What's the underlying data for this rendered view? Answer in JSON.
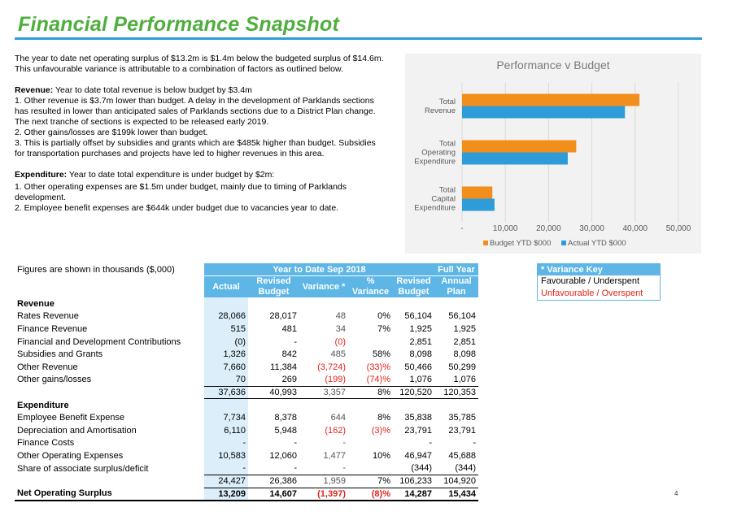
{
  "page": {
    "title": "Financial Performance Snapshot",
    "page_number": "4"
  },
  "narrative": {
    "intro_1": "The year to date net operating surplus of $13.2m is $1.4m below the budgeted surplus of $14.6m.",
    "intro_2": "This unfavourable variance is attributable to a combination of factors as outlined below.",
    "revenue_heading": "Revenue:",
    "revenue_summary": " Year to date total revenue is below budget by $3.4m",
    "revenue_points": [
      "1. Other revenue is $3.7m lower than budget. A delay in the development of Parklands sections",
      "has resulted in lower than anticipated sales of Parklands sections due to a District Plan change.",
      "The next tranche of sections is expected to be released early 2019.",
      "2. Other gains/losses are $199k lower than budget.",
      "3. This is partially offset by subsidies and grants which are $485k higher than budget. Subsidies",
      "for transportation purchases and projects have led to higher revenues in this area."
    ],
    "expenditure_heading": "Expenditure:",
    "expenditure_summary": " Year to date total expenditure is under budget by $2m:",
    "expenditure_points": [
      "1. Other operating expenses are $1.5m under budget, mainly due to timing of Parklands",
      "development.",
      "2. Employee benefit expenses are $644k under budget due to vacancies year to date."
    ]
  },
  "chart_data": {
    "type": "bar",
    "orientation": "horizontal",
    "title": "Performance v Budget",
    "categories": [
      "Total Revenue",
      "Total Operating Expenditure",
      "Total Capital Expenditure"
    ],
    "category_lines": [
      [
        "Total",
        "Revenue"
      ],
      [
        "Total",
        "Operating",
        "Expenditure"
      ],
      [
        "Total",
        "Capital",
        "Expenditure"
      ]
    ],
    "series": [
      {
        "name": "Budget YTD $000",
        "values": [
          40993,
          26386,
          7000
        ],
        "color": "#f28e1c"
      },
      {
        "name": "Actual YTD $000",
        "values": [
          37636,
          24427,
          7500
        ],
        "color": "#2e9cd8"
      }
    ],
    "xlim": [
      0,
      50000
    ],
    "x_ticks": [
      0,
      10000,
      20000,
      30000,
      40000,
      50000
    ],
    "x_tick_labels": [
      "-",
      "10,000",
      "20,000",
      "30,000",
      "40,000",
      "50,000"
    ],
    "grid": true,
    "legend_position": "bottom"
  },
  "table": {
    "caption": "Figures are shown in thousands ($,000)",
    "group_ytd": "Year to Date Sep 2018",
    "group_full": "Full Year",
    "col_actual": "Actual",
    "col_revised_budget_1": "Revised",
    "col_revised_budget_2": "Budget",
    "col_variance": "Variance *",
    "col_pct_1": "%",
    "col_pct_2": "Variance",
    "col_fy_revised_1": "Revised",
    "col_fy_revised_2": "Budget",
    "col_fy_annual_1": "Annual",
    "col_fy_annual_2": "Plan",
    "revenue_heading": "Revenue",
    "revenue_rows": [
      {
        "label": "Rates Revenue",
        "actual": "28,066",
        "budget": "28,017",
        "variance": "48",
        "pct": "0%",
        "fy_budget": "56,104",
        "fy_plan": "56,104",
        "neg": false
      },
      {
        "label": "Finance Revenue",
        "actual": "515",
        "budget": "481",
        "variance": "34",
        "pct": "7%",
        "fy_budget": "1,925",
        "fy_plan": "1,925",
        "neg": false
      },
      {
        "label": "Financial and Development Contributions",
        "actual": "(0)",
        "budget": "-",
        "variance": "(0)",
        "pct": "",
        "fy_budget": "2,851",
        "fy_plan": "2,851",
        "neg": true
      },
      {
        "label": "Subsidies and Grants",
        "actual": "1,326",
        "budget": "842",
        "variance": "485",
        "pct": "58%",
        "fy_budget": "8,098",
        "fy_plan": "8,098",
        "neg": false
      },
      {
        "label": "Other Revenue",
        "actual": "7,660",
        "budget": "11,384",
        "variance": "(3,724)",
        "pct": "(33)%",
        "fy_budget": "50,466",
        "fy_plan": "50,299",
        "neg": true
      },
      {
        "label": "Other gains/losses",
        "actual": "70",
        "budget": "269",
        "variance": "(199)",
        "pct": "(74)%",
        "fy_budget": "1,076",
        "fy_plan": "1,076",
        "neg": true
      }
    ],
    "revenue_total": {
      "actual": "37,636",
      "budget": "40,993",
      "variance": "3,357",
      "pct": "8%",
      "fy_budget": "120,520",
      "fy_plan": "120,353"
    },
    "expenditure_heading": "Expenditure",
    "expenditure_rows": [
      {
        "label": "Employee Benefit Expense",
        "actual": "7,734",
        "budget": "8,378",
        "variance": "644",
        "pct": "8%",
        "fy_budget": "35,838",
        "fy_plan": "35,785",
        "neg": false
      },
      {
        "label": "Depreciation and Amortisation",
        "actual": "6,110",
        "budget": "5,948",
        "variance": "(162)",
        "pct": "(3)%",
        "fy_budget": "23,791",
        "fy_plan": "23,791",
        "neg": true
      },
      {
        "label": "Finance Costs",
        "actual": "-",
        "budget": "-",
        "variance": "-",
        "pct": "",
        "fy_budget": "-",
        "fy_plan": "-",
        "neg": false
      },
      {
        "label": "Other Operating Expenses",
        "actual": "10,583",
        "budget": "12,060",
        "variance": "1,477",
        "pct": "10%",
        "fy_budget": "46,947",
        "fy_plan": "45,688",
        "neg": false
      },
      {
        "label": "Share of associate surplus/deficit",
        "actual": "-",
        "budget": "-",
        "variance": "-",
        "pct": "",
        "fy_budget": "(344)",
        "fy_plan": "(344)",
        "neg": false
      }
    ],
    "expenditure_total": {
      "actual": "24,427",
      "budget": "26,386",
      "variance": "1,959",
      "pct": "7%",
      "fy_budget": "106,233",
      "fy_plan": "104,920"
    },
    "net": {
      "label": "Net Operating Surplus",
      "actual": "13,209",
      "budget": "14,607",
      "variance": "(1,397)",
      "pct": "(8)%",
      "fy_budget": "14,287",
      "fy_plan": "15,434"
    }
  },
  "variance_key": {
    "title": "* Variance Key",
    "favourable": "Favourable / Underspent",
    "unfavourable": "Unfavourable / Overspent",
    "colors": {
      "header": "#5eb6e6",
      "unfavourable": "#e3231b"
    }
  }
}
